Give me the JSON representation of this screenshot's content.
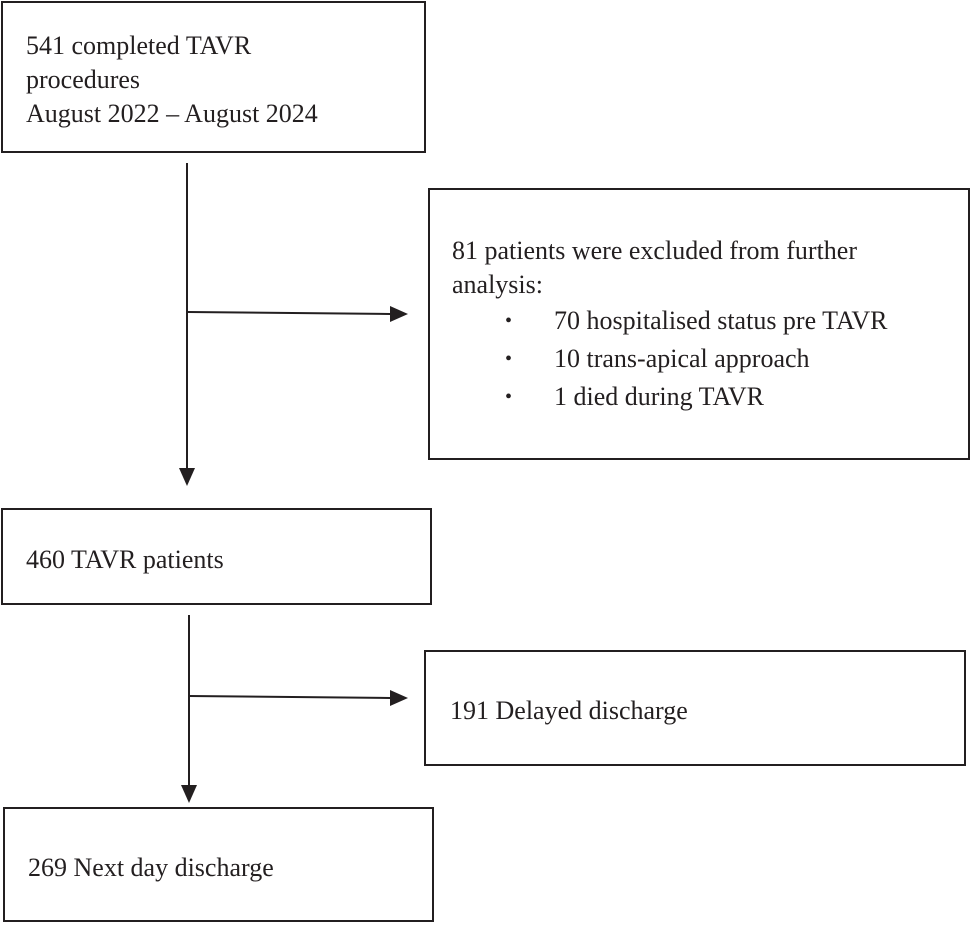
{
  "total_box": {
    "lines": [
      "541 completed TAVR",
      "procedures",
      "August 2022 – August 2024"
    ]
  },
  "excluded_box": {
    "intro_lines": [
      "81 patients were excluded from further",
      "analysis:"
    ],
    "bullet_symbol": "•",
    "items": [
      "70 hospitalised status pre TAVR",
      "10 trans-apical approach",
      "1 died during TAVR"
    ]
  },
  "included_box": {
    "text": "460 TAVR patients"
  },
  "delayed_box": {
    "text": "191 Delayed discharge"
  },
  "nextday_box": {
    "text": "269 Next day discharge"
  },
  "colors": {
    "ink": "#231f20",
    "background": "#ffffff"
  }
}
